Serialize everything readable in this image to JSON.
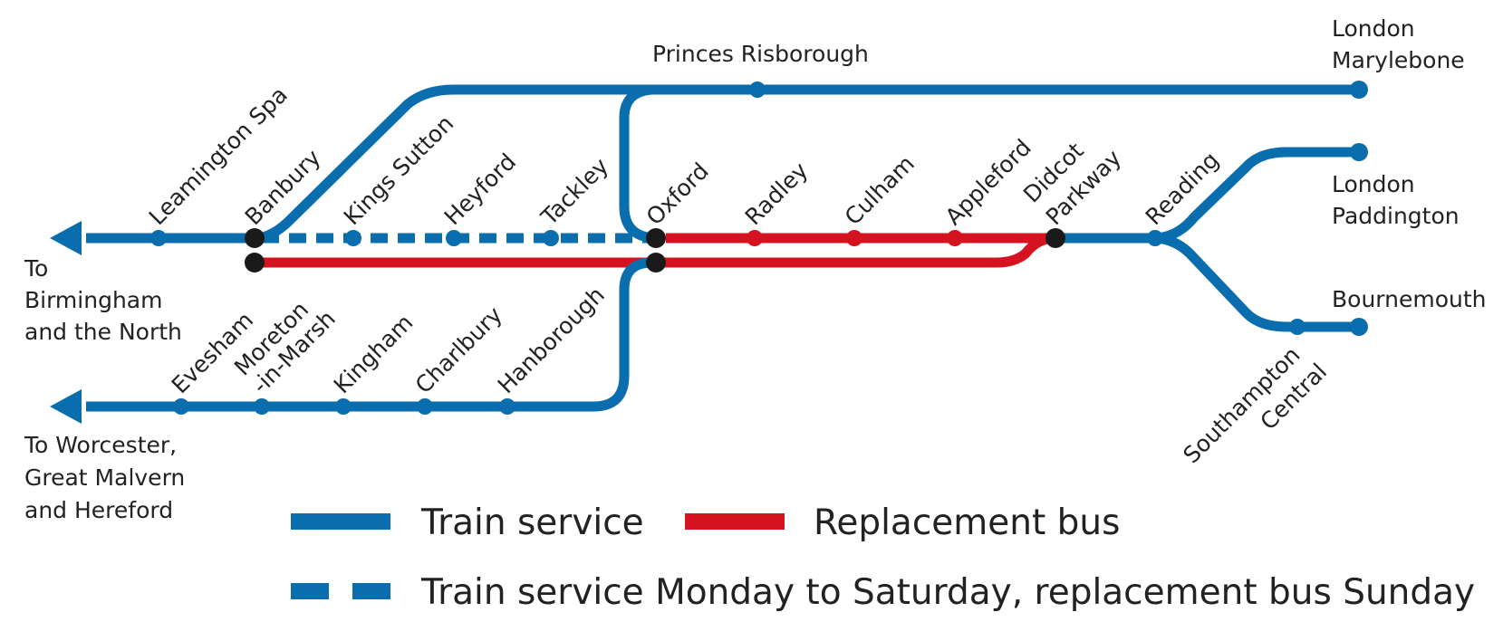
{
  "colors": {
    "train": "#0a6eae",
    "bus": "#d5121f",
    "junction": "#1a1a1a"
  },
  "stations": {
    "london_marylebone": [
      "London",
      "Marylebone"
    ],
    "princes_risborough": "Princes Risborough",
    "leamington_spa": "Leamington Spa",
    "banbury": "Banbury",
    "kings_sutton": "Kings Sutton",
    "heyford": "Heyford",
    "tackley": "Tackley",
    "oxford": "Oxford",
    "radley": "Radley",
    "culham": "Culham",
    "appleford": "Appleford",
    "didcot_parkway": [
      "Didcot",
      "Parkway"
    ],
    "reading": "Reading",
    "london_paddington": [
      "London",
      "Paddington"
    ],
    "bournemouth": "Bournemouth",
    "southampton_central": [
      "Southampton",
      "Central"
    ],
    "evesham": "Evesham",
    "moreton_in_marsh": [
      "Moreton",
      "-in-Marsh"
    ],
    "kingham": "Kingham",
    "charlbury": "Charlbury",
    "hanborough": "Hanborough"
  },
  "destinations": {
    "birmingham": [
      "To",
      "Birmingham",
      "and the North"
    ],
    "worcester": [
      "To Worcester,",
      "Great Malvern",
      "and Hereford"
    ]
  },
  "legend": {
    "train_service": "Train service",
    "replacement_bus": "Replacement bus",
    "partial": "Train service Monday to Saturday, replacement bus Sunday"
  }
}
